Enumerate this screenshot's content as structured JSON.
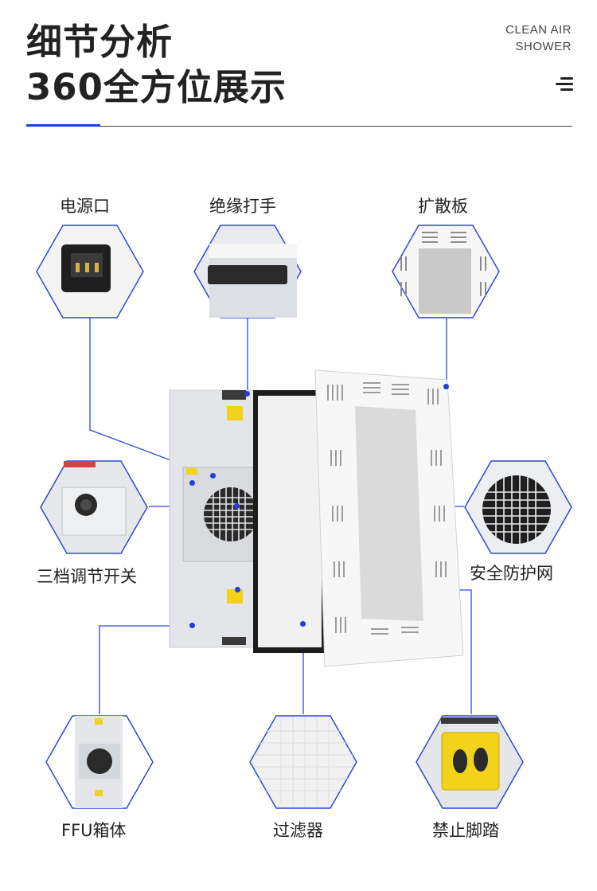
{
  "header": {
    "title_line1": "细节分析",
    "title_line2": "360全方位展示",
    "brand_line1": "CLEAN AIR",
    "brand_line2": "SHOWER"
  },
  "callouts": {
    "power_socket": "电源口",
    "insulated_handle": "绝缘打手",
    "diffuser_plate": "扩散板",
    "speed_switch": "三档调节开关",
    "safety_grille": "安全防护网",
    "ffu_housing": "FFU箱体",
    "filter": "过滤器",
    "no_step": "禁止脚踏"
  },
  "colors": {
    "accent": "#1e3fd8",
    "hex_border": "#2f47d6",
    "warning": "#f2d21b"
  }
}
